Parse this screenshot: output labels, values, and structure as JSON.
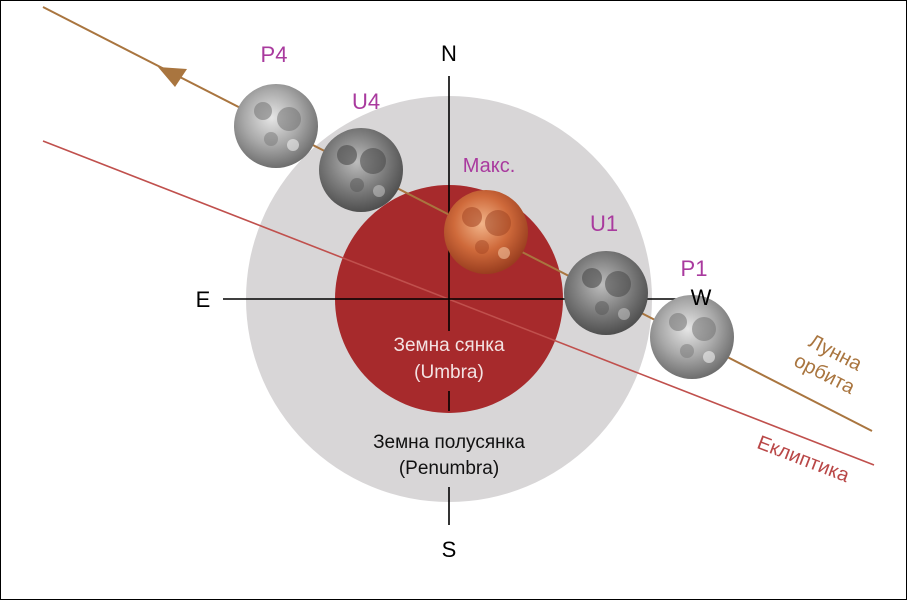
{
  "directions": {
    "north": "N",
    "south": "S",
    "east": "E",
    "west": "W"
  },
  "phases": {
    "p4": "P4",
    "u4": "U4",
    "max": "Макс.",
    "u1": "U1",
    "p1": "P1"
  },
  "umbra": {
    "line1": "Земна сянка",
    "line2": "(Umbra)"
  },
  "penumbra": {
    "line1": "Земна полусянка",
    "line2": "(Penumbra)"
  },
  "orbit": {
    "line1": "Лунна",
    "line2": "орбита"
  },
  "ecliptic": {
    "label": "Еклиптика"
  },
  "colors": {
    "penumbra": "#d8d6d7",
    "umbra": "#a72a2c",
    "orbit": "#a9753f",
    "ecliptic": "#c0504d",
    "phase_label": "#a93a9e",
    "moon_eclipsed": "#c9643a",
    "moon_normal": "#8c8c8c"
  }
}
